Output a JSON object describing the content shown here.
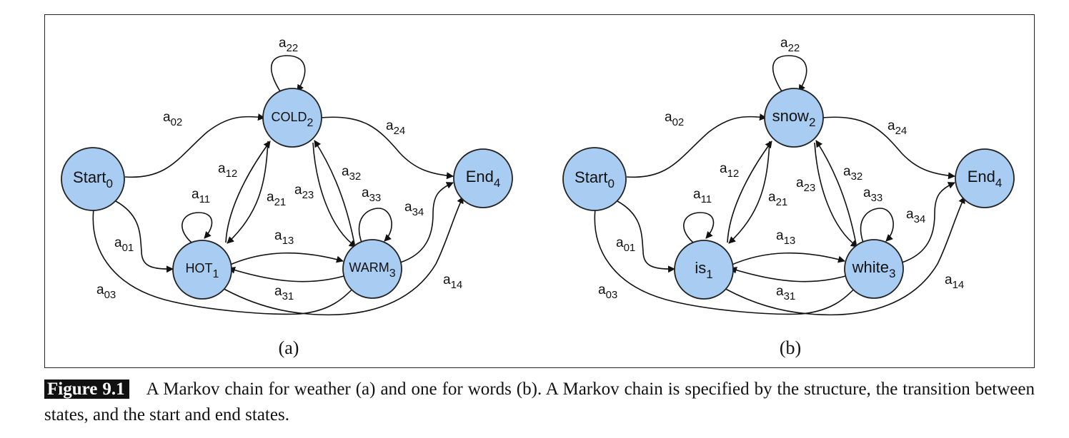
{
  "figure": {
    "panels": [
      {
        "id": "a",
        "label": "(a)",
        "nodes": {
          "start": {
            "name": "Start",
            "sub": "0"
          },
          "cold": {
            "name": "COLD",
            "sub": "2"
          },
          "hot": {
            "name": "HOT",
            "sub": "1"
          },
          "warm": {
            "name": "WARM",
            "sub": "3"
          },
          "end": {
            "name": "End",
            "sub": "4"
          }
        }
      },
      {
        "id": "b",
        "label": "(b)",
        "nodes": {
          "start": {
            "name": "Start",
            "sub": "0"
          },
          "cold": {
            "name": "snow",
            "sub": "2"
          },
          "hot": {
            "name": "is",
            "sub": "1"
          },
          "warm": {
            "name": "white",
            "sub": "3"
          },
          "end": {
            "name": "End",
            "sub": "4"
          }
        }
      }
    ],
    "edge_labels": {
      "a22": {
        "base": "a",
        "sub": "22"
      },
      "a02": {
        "base": "a",
        "sub": "02"
      },
      "a24": {
        "base": "a",
        "sub": "24"
      },
      "a12": {
        "base": "a",
        "sub": "12"
      },
      "a21": {
        "base": "a",
        "sub": "21"
      },
      "a23": {
        "base": "a",
        "sub": "23"
      },
      "a32": {
        "base": "a",
        "sub": "32"
      },
      "a11": {
        "base": "a",
        "sub": "11"
      },
      "a33": {
        "base": "a",
        "sub": "33"
      },
      "a34": {
        "base": "a",
        "sub": "34"
      },
      "a01": {
        "base": "a",
        "sub": "01"
      },
      "a13": {
        "base": "a",
        "sub": "13"
      },
      "a31": {
        "base": "a",
        "sub": "31"
      },
      "a03": {
        "base": "a",
        "sub": "03"
      },
      "a14": {
        "base": "a",
        "sub": "14"
      }
    }
  },
  "caption": {
    "label": "Figure 9.1",
    "text": "A Markov chain for weather (a) and one for words (b). A Markov chain is specified by the structure, the transition between states, and the start and end states."
  }
}
